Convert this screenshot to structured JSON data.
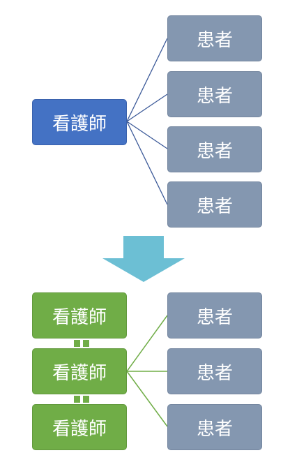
{
  "top_diagram": {
    "nurse_label": "看護師",
    "patients": [
      "患者",
      "患者",
      "患者",
      "患者"
    ]
  },
  "bottom_diagram": {
    "nurses": [
      "看護師",
      "看護師",
      "看護師"
    ],
    "patients": [
      "患者",
      "患者",
      "患者"
    ]
  },
  "colors": {
    "nurse_single": "#4472c4",
    "patient": "#8497b0",
    "nurse_team": "#70ad47",
    "arrow": "#6cbfd4",
    "top_lines": "#3b5998",
    "bottom_lines": "#70ad47"
  }
}
